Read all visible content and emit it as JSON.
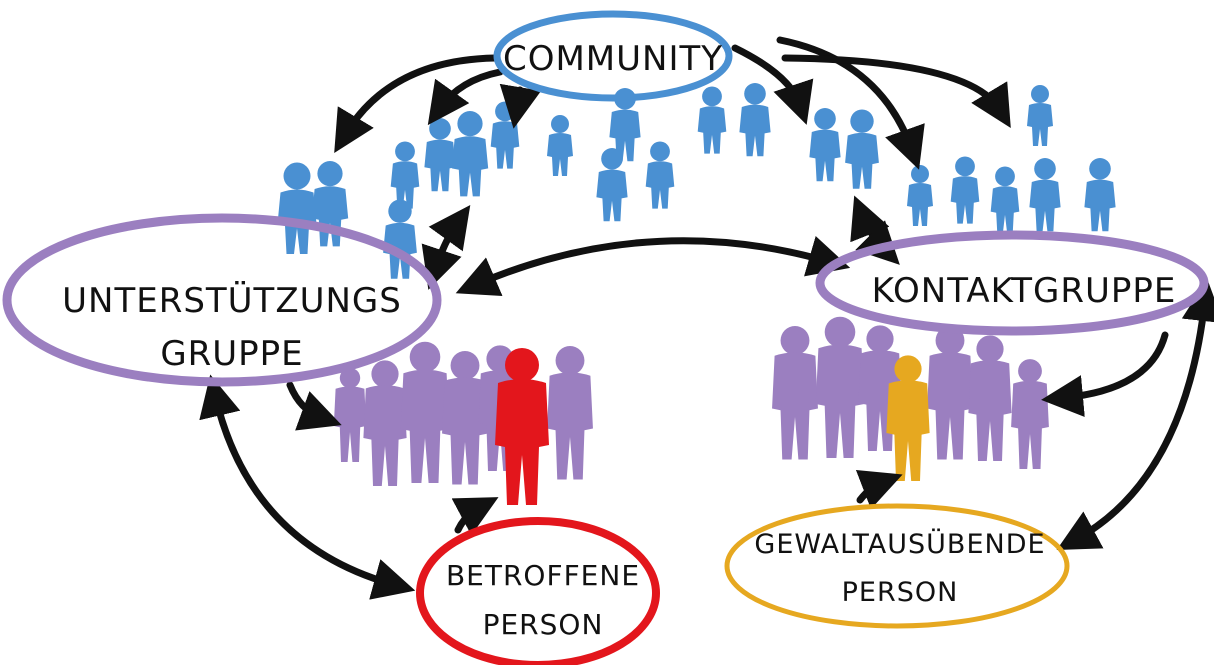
{
  "colors": {
    "community": "#4a90d2",
    "groups": "#9b7fc0",
    "affected": "#e3161c",
    "perpetrator": "#e6a820",
    "arrows": "#111111"
  },
  "labels": {
    "community": "COMMUNITY",
    "support_line1": "UNTERSTÜTZUNGS",
    "support_line2": "GRUPPE",
    "contact": "KONTAKTGRUPPE",
    "affected_line1": "BETROFFENE",
    "affected_line2": "PERSON",
    "perpetrator_line1": "GEWALTAUSÜBENDE",
    "perpetrator_line2": "PERSON"
  }
}
